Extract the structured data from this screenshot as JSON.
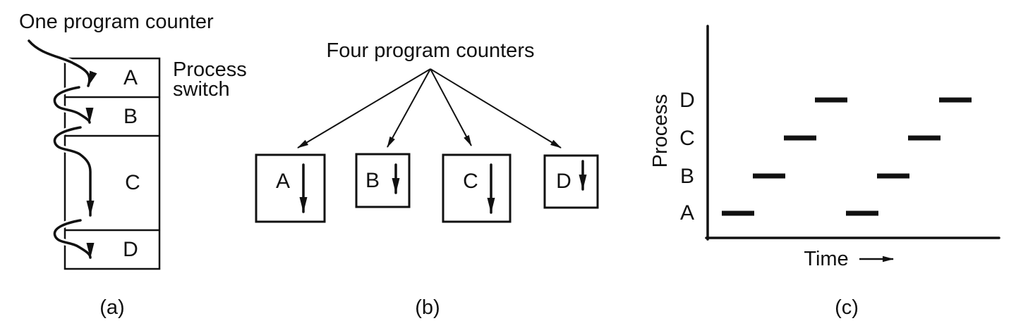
{
  "colors": {
    "ink": "#111111",
    "background": "#ffffff"
  },
  "panel_a": {
    "annotation": "One program counter",
    "process_switch_lines": [
      "Process",
      "switch"
    ],
    "sections": [
      "A",
      "B",
      "C",
      "D"
    ],
    "caption": "(a)"
  },
  "panel_b": {
    "title": "Four program counters",
    "boxes": [
      "A",
      "B",
      "C",
      "D"
    ],
    "caption": "(b)"
  },
  "panel_c": {
    "ylabel": "Process",
    "yticks": [
      "D",
      "C",
      "B",
      "A"
    ],
    "xlabel": "Time",
    "caption": "(c)"
  },
  "chart_data": {
    "type": "timeline",
    "ylabel": "Process",
    "xlabel": "Time",
    "processes": [
      "A",
      "B",
      "C",
      "D"
    ],
    "segments": [
      {
        "process": "A",
        "start": 0,
        "duration": 1
      },
      {
        "process": "B",
        "start": 1,
        "duration": 1
      },
      {
        "process": "C",
        "start": 2,
        "duration": 1
      },
      {
        "process": "D",
        "start": 3,
        "duration": 1
      },
      {
        "process": "A",
        "start": 4,
        "duration": 1
      },
      {
        "process": "B",
        "start": 5,
        "duration": 1
      },
      {
        "process": "C",
        "start": 6,
        "duration": 1
      },
      {
        "process": "D",
        "start": 7,
        "duration": 1
      }
    ]
  }
}
